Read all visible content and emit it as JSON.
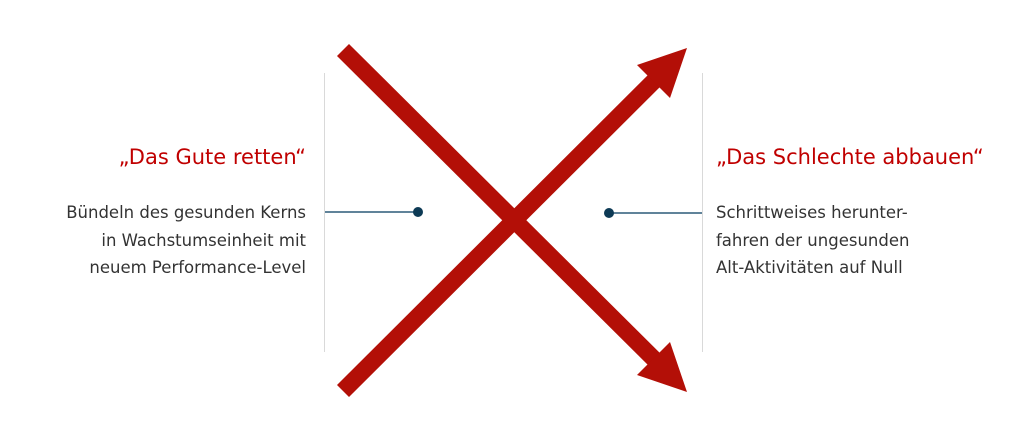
{
  "left": {
    "title": "„Das Gute retten“",
    "lines": [
      "Bündeln des gesunden Kerns",
      "in Wachstumseinheit mit",
      "neuem Performance-Level"
    ]
  },
  "right": {
    "title": "„Das Schlechte abbauen“",
    "lines": [
      "Schrittweises herunter-",
      "fahren der ungesunden",
      "Alt-Aktivitäten auf Null"
    ]
  },
  "colors": {
    "accent": "#b30f07",
    "connector": "#0d3a55",
    "divider": "#d9d9d9"
  }
}
